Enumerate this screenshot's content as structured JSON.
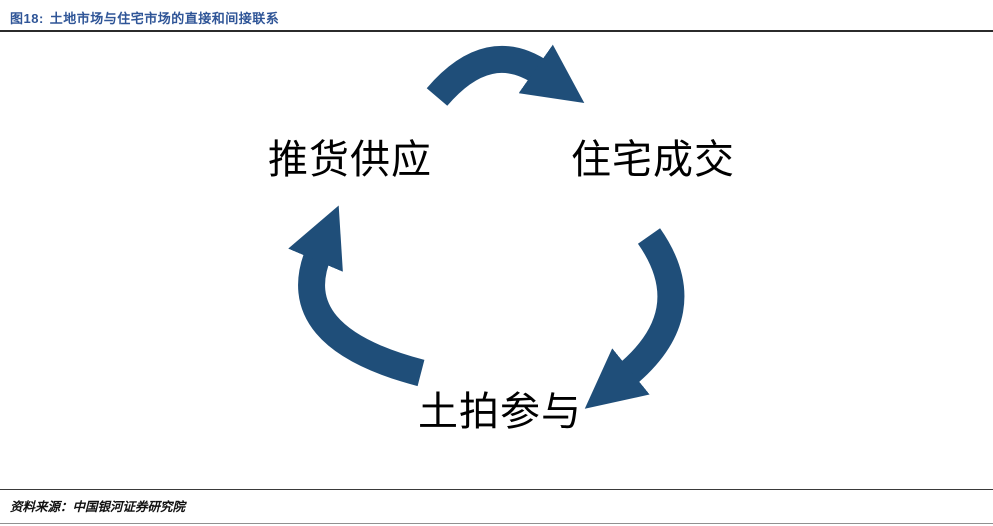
{
  "header": {
    "figure_label": "图18:",
    "title": "土地市场与住宅市场的直接和间接联系"
  },
  "diagram": {
    "type": "cycle",
    "nodes": [
      {
        "id": "supply",
        "label": "推货供应"
      },
      {
        "id": "transactions",
        "label": "住宅成交"
      },
      {
        "id": "land-auction",
        "label": "土拍参与"
      }
    ],
    "edges": [
      {
        "from": "supply",
        "to": "transactions"
      },
      {
        "from": "transactions",
        "to": "land-auction"
      },
      {
        "from": "land-auction",
        "to": "supply"
      }
    ]
  },
  "footer": {
    "source": "资料来源：中国银河证券研究院"
  },
  "colors": {
    "title_blue": "#2F5597",
    "arrow_navy": "#1F4E79",
    "header_rule": "#2b2b2b",
    "footer_rule": "#3a3a3a"
  }
}
